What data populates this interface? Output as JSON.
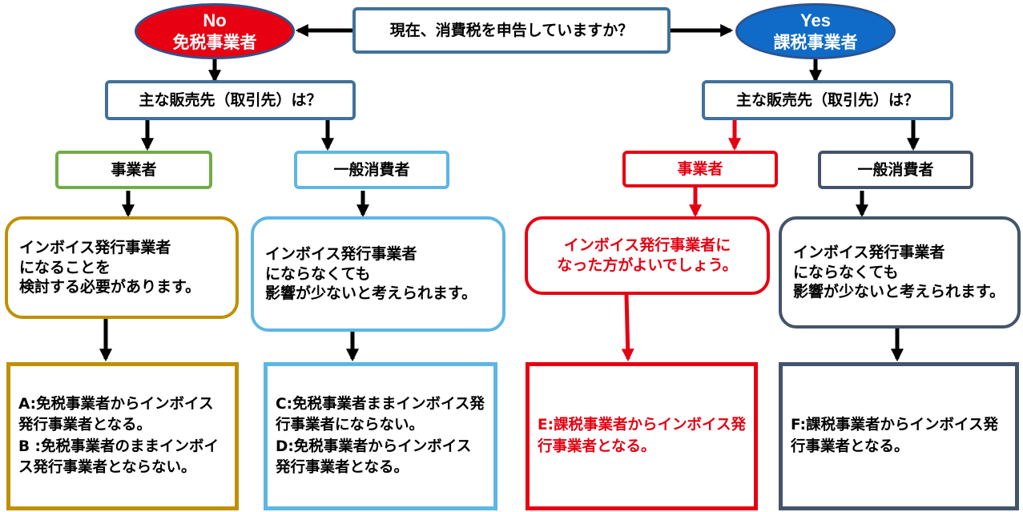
{
  "question": "現在、消費税を申告していますか？",
  "no": {
    "label": "No",
    "status": "免税事業者",
    "color": "#e60012"
  },
  "yes": {
    "label": "Yes",
    "status": "課税事業者",
    "color": "#0f6bc7"
  },
  "left": {
    "sub_question": "主な販売先（取引先）は？",
    "business": {
      "label": "事業者",
      "advice": "インボイス発行事業者\nになることを\n検討する必要があります。",
      "result": "A:免税事業者からインボイス発行事業者となる。\nB :免税事業者のままインボイス発行事業者とならない。"
    },
    "consumer": {
      "label": "一般消費者",
      "advice": "インボイス発行事業者\nにならなくても\n影響が少ないと考えられます。",
      "result": "C:免税事業者ままインボイス発行事業者にならない。\nD:免税事業者からインボイス発行事業者となる。"
    }
  },
  "right": {
    "sub_question": "主な販売先（取引先）は？",
    "business": {
      "label": "事業者",
      "advice": "インボイス発行事業者に\nなった方がよいでしょう。",
      "result": "E:課税事業者からインボイス発行事業者となる。"
    },
    "consumer": {
      "label": "一般消費者",
      "advice": "インボイス発行事業者\nにならなくても\n影響が少ないと考えられます。",
      "result": "F:課税事業者からインボイス発行事業者となる。"
    }
  }
}
